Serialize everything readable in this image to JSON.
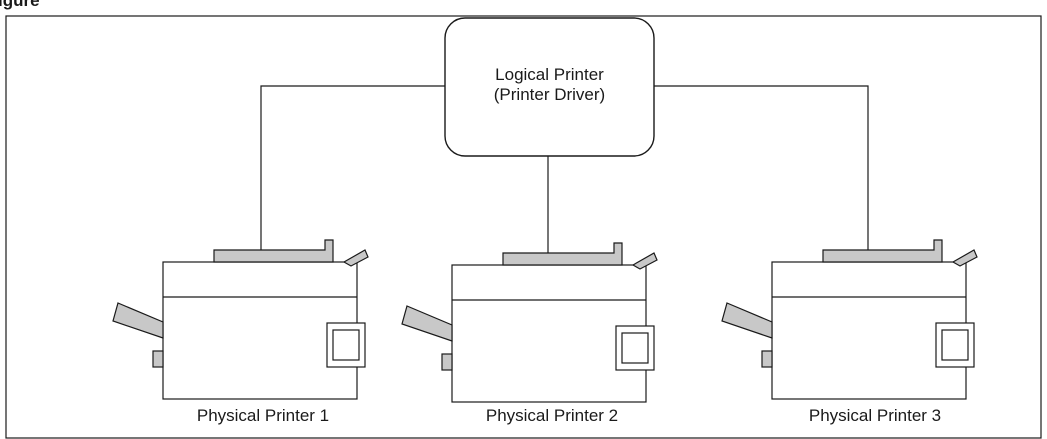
{
  "header_text": "igure",
  "logical_printer": {
    "line1": "Logical Printer",
    "line2": "(Printer Driver)"
  },
  "physical_printers": [
    {
      "label": "Physical Printer 1"
    },
    {
      "label": "Physical Printer 2"
    },
    {
      "label": "Physical Printer 3"
    }
  ],
  "colors": {
    "outline": "#1a1a1a",
    "paper_tray": "#c8c8c8",
    "background": "#ffffff"
  }
}
